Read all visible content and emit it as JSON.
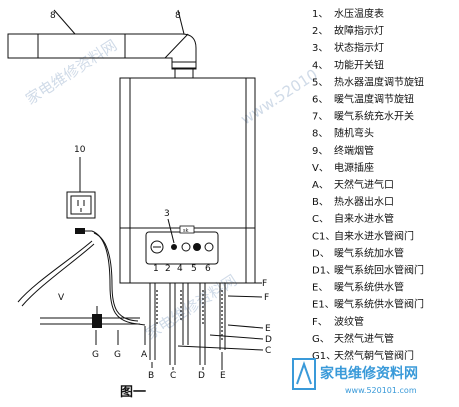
{
  "diagram": {
    "caption": "图一",
    "callouts": {
      "top_left_8": "8",
      "top_right_8": "8",
      "n3": "3",
      "n10": "10",
      "v": "V",
      "knob_numbers": [
        "1",
        "2",
        "4",
        "5",
        "6"
      ],
      "right_letters": [
        "F",
        "E",
        "D",
        "C"
      ],
      "bottom_letters": [
        "G",
        "G",
        "A",
        "B",
        "C",
        "D",
        "E"
      ],
      "upper_F": "F",
      "panel_label": "sk"
    }
  },
  "legend": [
    {
      "num": "1、",
      "text": "水压温度表"
    },
    {
      "num": "2、",
      "text": "故障指示灯"
    },
    {
      "num": "3、",
      "text": "状态指示灯"
    },
    {
      "num": "4、",
      "text": "功能开关钮"
    },
    {
      "num": "5、",
      "text": "热水器温度调节旋钮"
    },
    {
      "num": "6、",
      "text": "暖气温度调节旋钮"
    },
    {
      "num": "7、",
      "text": "暖气系统充水开关"
    },
    {
      "num": "8、",
      "text": "随机弯头"
    },
    {
      "num": "9、",
      "text": "终端烟管"
    },
    {
      "num": "V、",
      "text": "电源插座"
    },
    {
      "num": "A、",
      "text": "天然气进气口"
    },
    {
      "num": "B、",
      "text": "热水器出水口"
    },
    {
      "num": "C、",
      "text": "自来水进水管"
    },
    {
      "num": "C1、",
      "text": "自来水进水管阀门"
    },
    {
      "num": "D、",
      "text": "暖气系统加水管"
    },
    {
      "num": "D1、",
      "text": "暖气系统回水管阀门"
    },
    {
      "num": "E、",
      "text": "暖气系统供水管"
    },
    {
      "num": "E1、",
      "text": "暖气系统供水管阀门"
    },
    {
      "num": "F、",
      "text": "波纹管"
    },
    {
      "num": "G、",
      "text": "天然气进气管"
    },
    {
      "num": "G1、",
      "text": "天然气朝气管阀门"
    }
  ],
  "watermarks": {
    "diag1": "家电维修资料网",
    "diag2": "www.52010",
    "diag3": "家电维修资料网",
    "brand_name": "家电维修资料网",
    "brand_url": "www.520101.com"
  }
}
